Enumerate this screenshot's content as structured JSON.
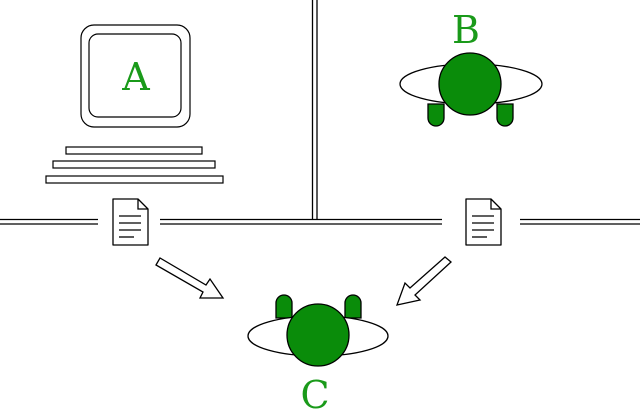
{
  "labels": {
    "computer": "A",
    "person_top": "B",
    "person_bottom": "C"
  },
  "colors": {
    "label": "#1a9a1a",
    "person_fill": "#0a8c0a",
    "stroke": "#000000",
    "background": "#ffffff"
  },
  "icons": {
    "computer": "computer-monitor-icon",
    "document": "document-icon",
    "arrow": "outline-arrow-icon",
    "person": "person-top-view-icon"
  }
}
